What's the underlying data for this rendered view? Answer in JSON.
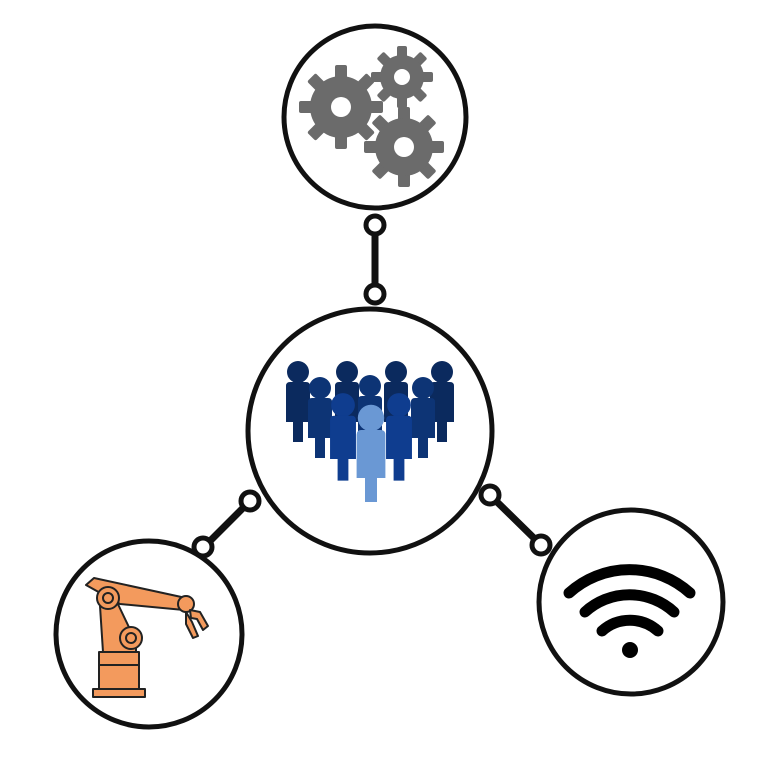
{
  "diagram": {
    "colors": {
      "background": "#ffffff",
      "stroke": "#111111",
      "gear": "#6b6b6b",
      "people_dark": "#0b2a5e",
      "people_mid": "#0f3d8f",
      "people_light": "#6a98d4",
      "robot_arm": "#f39a5d",
      "robot_outline": "#222222",
      "wifi": "#000000"
    },
    "nodes": [
      {
        "id": "center",
        "icon": "people-group-icon"
      },
      {
        "id": "top",
        "icon": "gears-icon"
      },
      {
        "id": "bottom-left",
        "icon": "robotic-arm-icon"
      },
      {
        "id": "bottom-right",
        "icon": "wifi-icon"
      }
    ],
    "connectors": [
      {
        "from": "center",
        "to": "top"
      },
      {
        "from": "center",
        "to": "bottom-left"
      },
      {
        "from": "center",
        "to": "bottom-right"
      }
    ]
  }
}
